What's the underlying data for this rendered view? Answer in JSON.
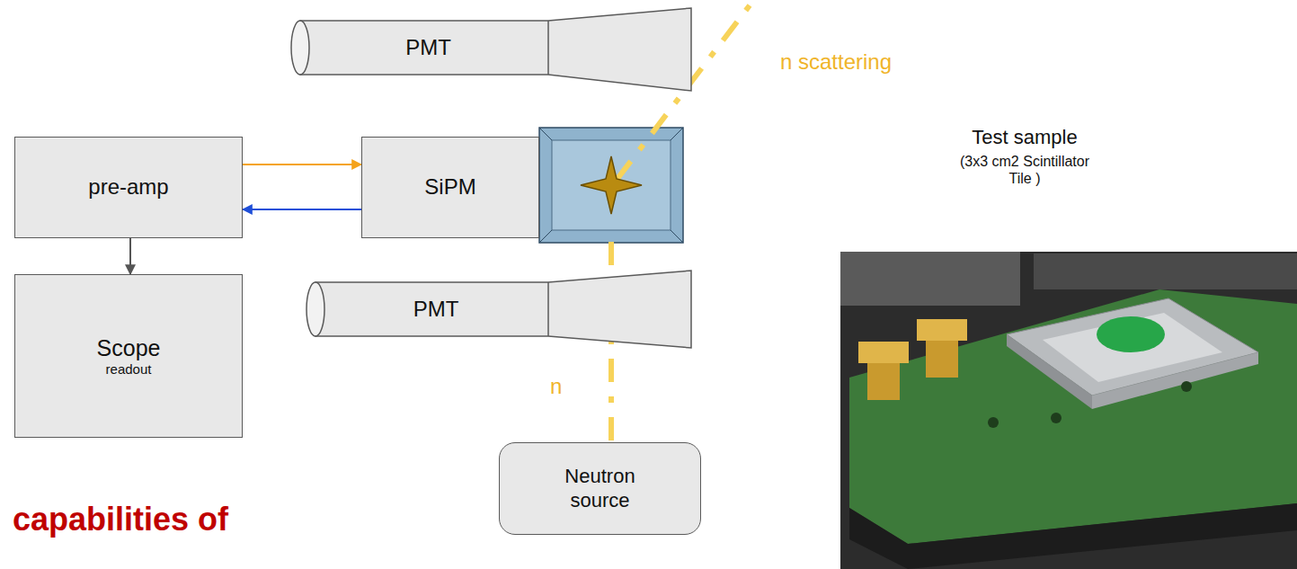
{
  "diagram": {
    "nodes": [
      {
        "text": [
          "PMT"
        ]
      },
      {
        "text": [
          "pre-amp"
        ]
      },
      {
        "text": [
          "SiPM"
        ]
      },
      {
        "text": [
          "PMT"
        ]
      },
      {
        "text": [
          "Scope",
          "readout"
        ]
      },
      {
        "text": [
          "Neutron source"
        ]
      }
    ],
    "edges": [
      {
        "from": 1,
        "to": 2,
        "arrow": "to"
      },
      {
        "from": 2,
        "to": 1,
        "arrow": "to"
      },
      {
        "from": 1,
        "to": 4,
        "arrow": "to"
      }
    ],
    "labels": [
      "n scattering",
      "n",
      "Test sample",
      "(3x3 cm2 Scintillator Tile )",
      "capabilities of"
    ]
  }
}
